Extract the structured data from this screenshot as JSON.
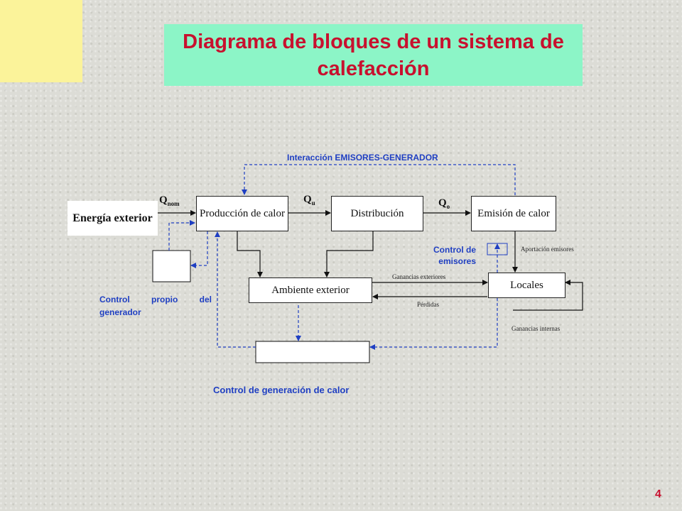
{
  "title": "Diagrama de bloques de un sistema de calefacción",
  "blocks": {
    "energia": "Energía exterior",
    "produccion": "Producción de calor",
    "distribucion": "Distribución",
    "emision": "Emisión de calor",
    "ambiente": "Ambiente exterior",
    "locales": "Locales"
  },
  "flows": {
    "q_nom": "Q",
    "q_nom_sub": "nom",
    "q_u": "Q",
    "q_u_sub": "u",
    "q_o": "Q",
    "q_o_sub": "o"
  },
  "labels": {
    "interaccion": "Interacción EMISORES-GENERADOR",
    "control_propio": "Control propio del generador",
    "control_emisores": "Control de emisores",
    "control_generacion": "Control de generación de calor",
    "aportacion": "Aportación emisores",
    "ganancias_exteriores": "Ganancias exteriores",
    "perdidas": "Pérdidas",
    "ganancias_internas": "Ganancias internas"
  },
  "page_number": "4",
  "colors": {
    "title": "#c8102e",
    "title_bg": "#8cf5c7",
    "control": "#1f3fc2",
    "corner": "#fbf39a"
  }
}
